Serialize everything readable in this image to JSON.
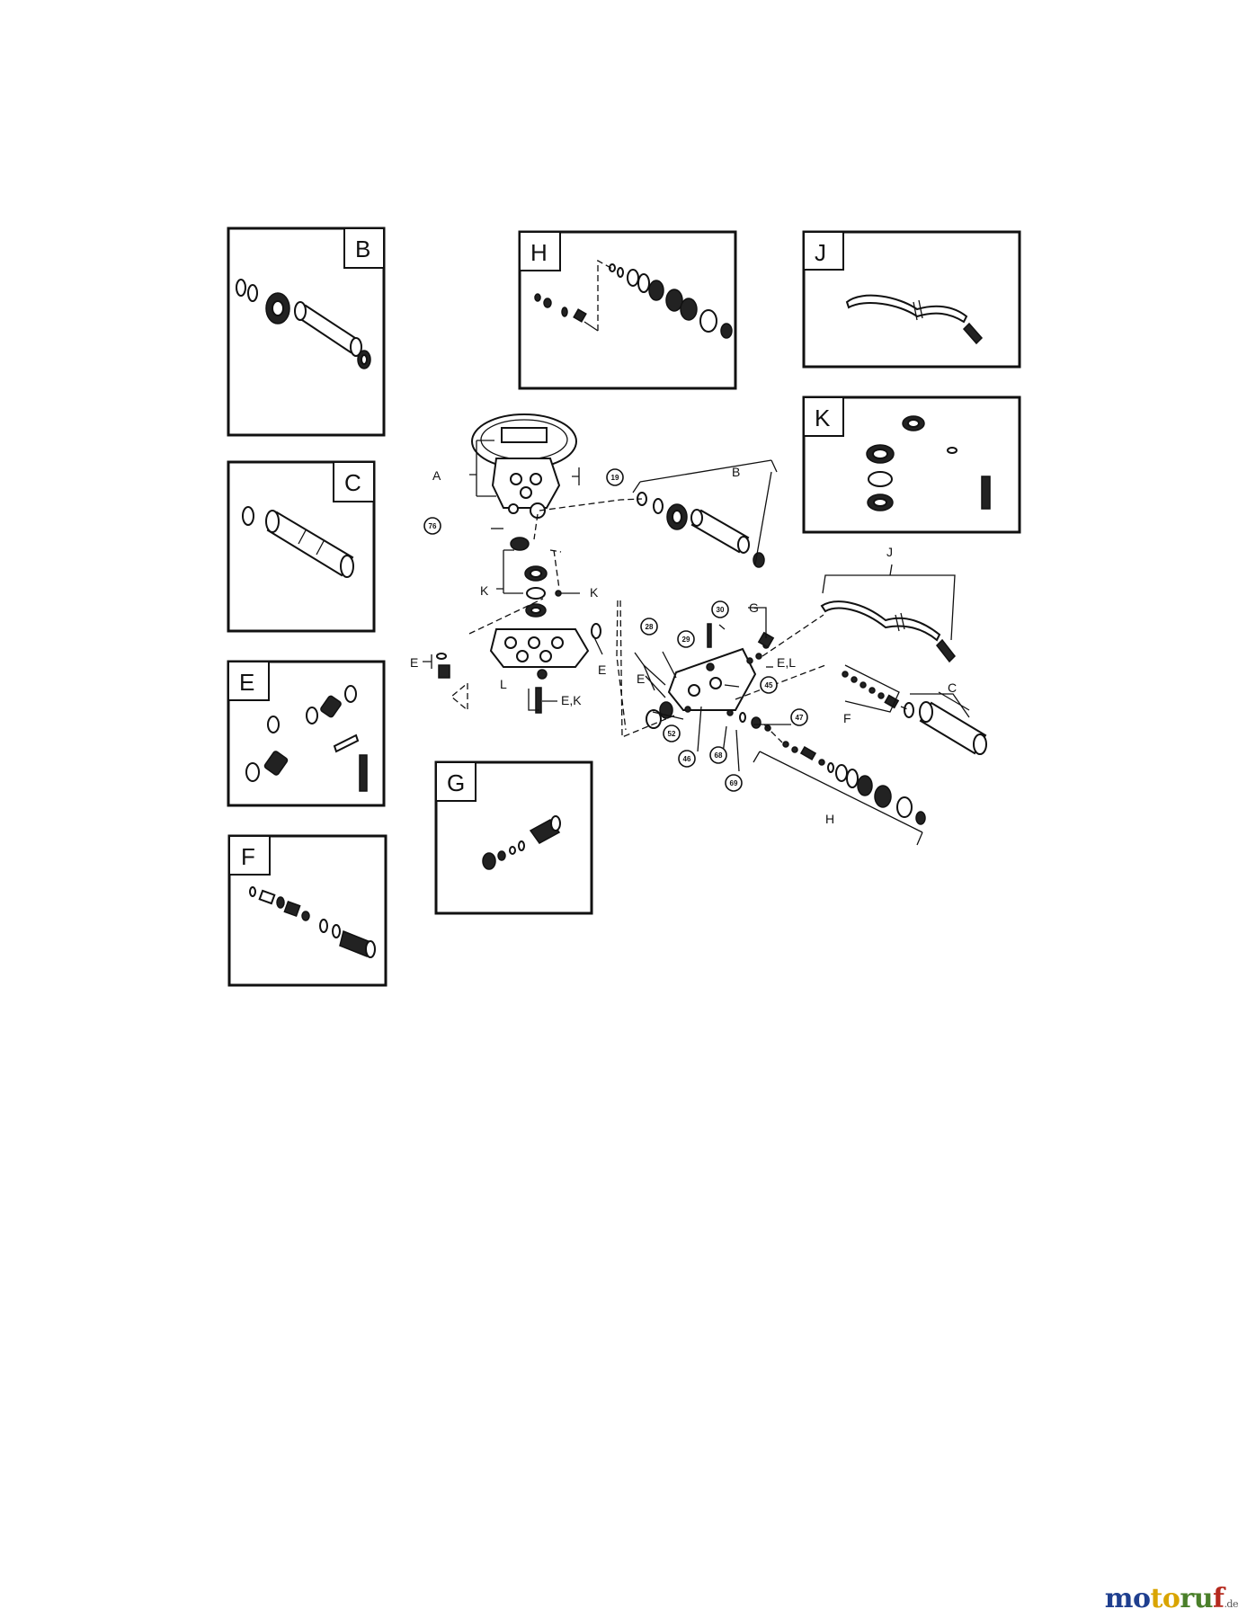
{
  "insets": [
    {
      "id": "B",
      "label": "B"
    },
    {
      "id": "C",
      "label": "C"
    },
    {
      "id": "E",
      "label": "E"
    },
    {
      "id": "F",
      "label": "F"
    },
    {
      "id": "G",
      "label": "G"
    },
    {
      "id": "H",
      "label": "H"
    },
    {
      "id": "J",
      "label": "J"
    },
    {
      "id": "K",
      "label": "K"
    }
  ],
  "callouts": {
    "A": "A",
    "B": "B",
    "C": "C",
    "E": "E",
    "EK": "E,K",
    "EL": "E,L",
    "F": "F",
    "G": "G",
    "H": "H",
    "J": "J",
    "K": "K",
    "L": "L"
  },
  "part_numbers": {
    "p19": "19",
    "p76": "76",
    "p28": "28",
    "p29": "29",
    "p30": "30",
    "p45": "45",
    "p46": "46",
    "p47": "47",
    "p52": "52",
    "p68": "68",
    "p69": "69"
  },
  "watermark": {
    "p1": "mo",
    "p2": "to",
    "p3": "ru",
    "p4": "f",
    "suffix": ".de"
  }
}
